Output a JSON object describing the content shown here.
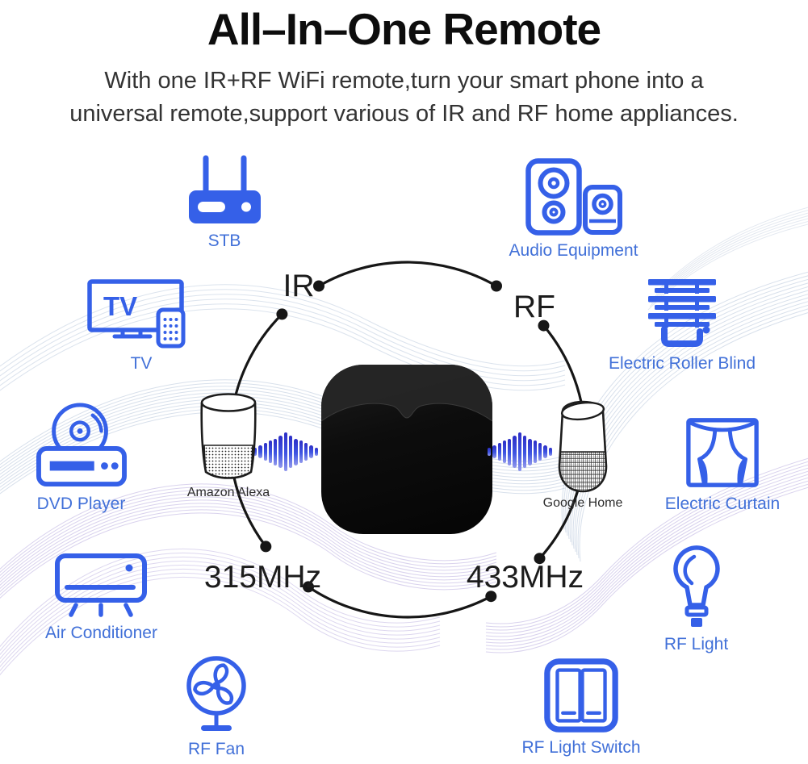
{
  "header": {
    "title": "All–In–One Remote",
    "subtitle_line1": "With one IR+RF WiFi remote,turn your smart phone into a",
    "subtitle_line2": "universal remote,support various of IR and RF home appliances."
  },
  "diagram": {
    "signals": {
      "ir": "IR",
      "rf": "RF",
      "freq_315": "315MHz",
      "freq_433": "433MHz"
    },
    "assistants": {
      "left": "Amazon Alexa",
      "right": "Google Home"
    }
  },
  "devices": [
    {
      "id": "stb",
      "label": "STB"
    },
    {
      "id": "audio-equipment",
      "label": "Audio Equipment"
    },
    {
      "id": "tv",
      "label": "TV",
      "icon_text": "TV"
    },
    {
      "id": "electric-roller-blind",
      "label": "Electric Roller Blind"
    },
    {
      "id": "dvd-player",
      "label": "DVD Player"
    },
    {
      "id": "electric-curtain",
      "label": "Electric Curtain"
    },
    {
      "id": "air-conditioner",
      "label": "Air Conditioner"
    },
    {
      "id": "rf-light",
      "label": "RF Light"
    },
    {
      "id": "rf-fan",
      "label": "RF Fan"
    },
    {
      "id": "rf-light-switch",
      "label": "RF Light Switch"
    }
  ],
  "colors": {
    "icon_blue": "#3560e8",
    "label_blue": "#4170d8",
    "line_black": "#161616",
    "wave_blue": "#b9c8dc",
    "wave_purple": "#b4a7dd",
    "voice_wave_top": "#2c2ec6",
    "voice_wave_bottom": "#9198ec"
  }
}
